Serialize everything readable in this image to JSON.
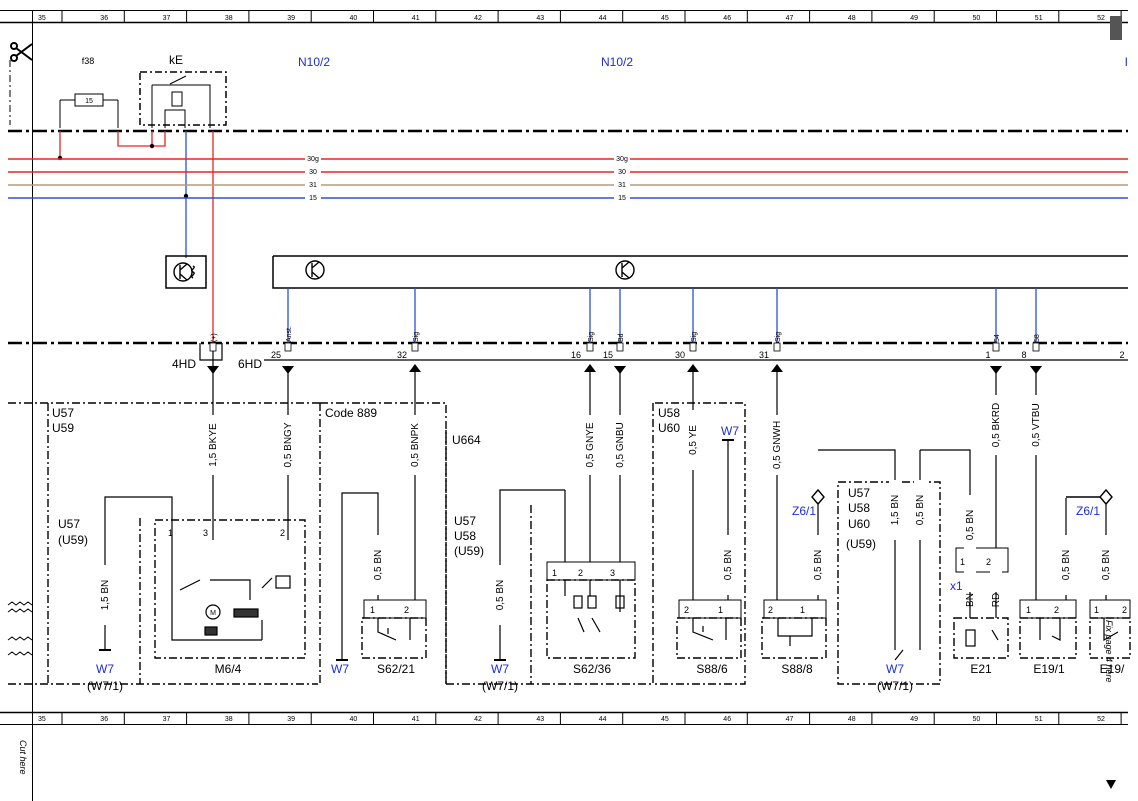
{
  "grid_top": [
    "35",
    "36",
    "37",
    "38",
    "39",
    "40",
    "41",
    "42",
    "43",
    "44",
    "45",
    "46",
    "47",
    "48",
    "49",
    "50",
    "51",
    "52"
  ],
  "grid_bottom": [
    "35",
    "36",
    "37",
    "38",
    "39",
    "40",
    "41",
    "42",
    "43",
    "44",
    "45",
    "46",
    "47",
    "48",
    "49",
    "50",
    "51",
    "52"
  ],
  "top_components": {
    "fuse": "f38",
    "relay": "kE",
    "fuse_value": "15",
    "module_a": "N10/2",
    "module_b": "N10/2",
    "module_c": "I"
  },
  "bus_lines": [
    {
      "name": "30g",
      "color": "#e8261f"
    },
    {
      "name": "30",
      "color": "#e8261f"
    },
    {
      "name": "31",
      "color": "#b89a7a"
    },
    {
      "name": "15",
      "color": "#2a50d8"
    }
  ],
  "connectors": {
    "c4hd": "4HD",
    "c6hd": "6HD"
  },
  "pins": [
    "25",
    "32",
    "16",
    "15",
    "30",
    "31",
    "1",
    "8",
    "2"
  ],
  "pin_labels": [
    "(+)",
    "Anst.",
    "Sig",
    "Sig",
    "Bd",
    "Sig",
    "Sig",
    "54",
    "58"
  ],
  "wires": [
    "1,5 BKYE",
    "0,5 BNGY",
    "0,5 BNPK",
    "0,5 GNYE",
    "0,5 GNBU",
    "0,5 YE",
    "0,5 GNWH",
    "0,5 BKRD",
    "0,5 VTBU",
    "1,5 BN",
    "0,5 BN",
    "0,5 BN",
    "0,5 BN",
    "0,5 BN",
    "1,5 BN",
    "0,5 BN",
    "0,5 BN",
    "0,5 BN",
    "0,5 BN",
    "BN",
    "RD"
  ],
  "groups": {
    "g1": "U57",
    "g2": "U59",
    "g3": "Code 889",
    "g4": "U664",
    "g5": "U58",
    "g6": "U60",
    "g7": "U57",
    "g8": "(U59)",
    "g9": "U57",
    "g10": "U58",
    "g11": "(U59)",
    "g12": "U57",
    "g13": "U58",
    "g14": "U60",
    "g15": "(U59)"
  },
  "components": [
    "M6/4",
    "S62/21",
    "S62/36",
    "S88/6",
    "S88/8",
    "E21",
    "E19/1",
    "E19/"
  ],
  "grounds": [
    "W7",
    "W7",
    "W7",
    "W7",
    "W7"
  ],
  "ground_refs": [
    "(W7/1)",
    "(W7/1)",
    "(W7/1)"
  ],
  "splices": [
    "Z6/1",
    "Z6/1"
  ],
  "x1": "x1",
  "comp_pins": [
    "1",
    "3",
    "2",
    "1",
    "2",
    "1",
    "2",
    "3",
    "2",
    "1",
    "2",
    "1",
    "1",
    "2",
    "1",
    "2",
    "1",
    "2"
  ],
  "side_texts": {
    "cut_left": "Cut here",
    "cut_right": "Fix page 4 here"
  }
}
